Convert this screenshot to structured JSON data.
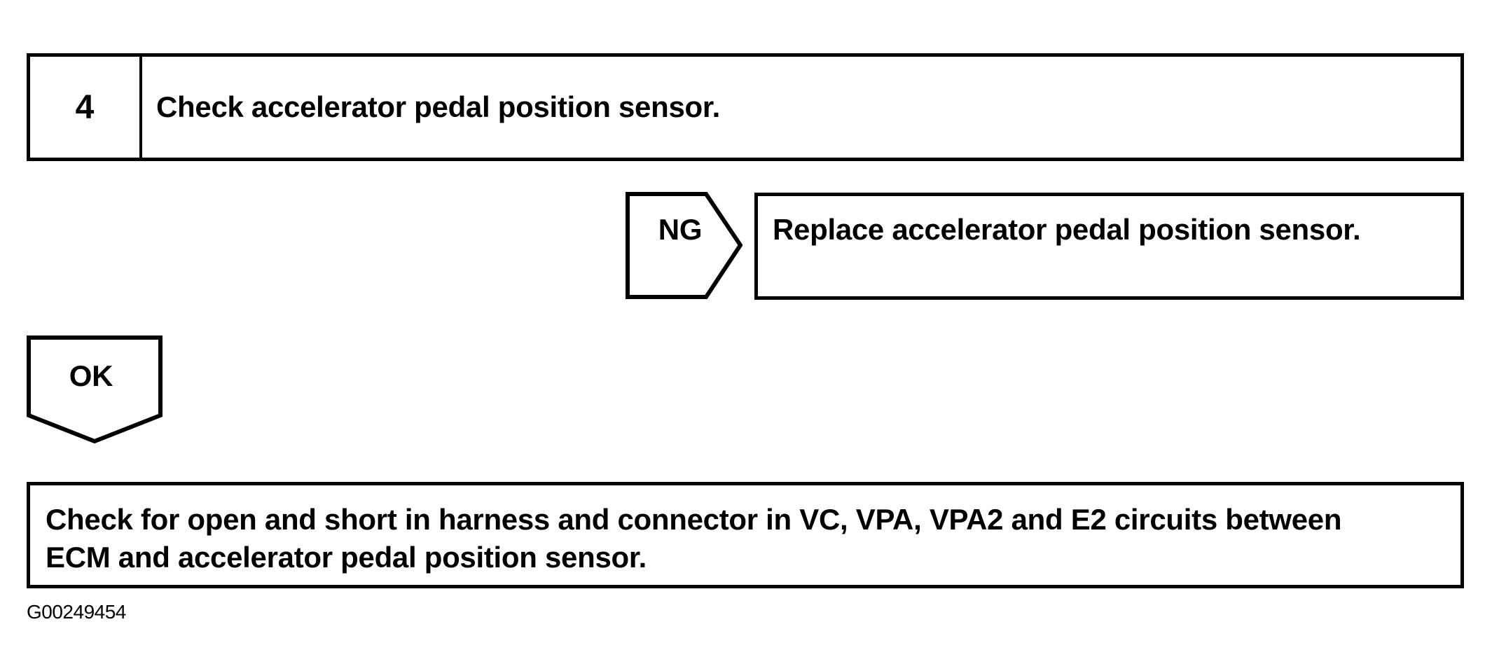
{
  "colors": {
    "ink": "#000000",
    "paper": "#ffffff"
  },
  "flowchart": {
    "step_box": {
      "number": "4",
      "instruction": "Check accelerator pedal position sensor."
    },
    "ng_branch": {
      "label": "NG",
      "action": "Replace accelerator pedal position sensor."
    },
    "ok_branch": {
      "label": "OK"
    },
    "result_box": {
      "lines": [
        "Check for open and short in harness and connector in VC, VPA, VPA2 and E2 circuits between",
        "ECM and accelerator pedal position sensor."
      ]
    },
    "figure_id": "G00249454"
  }
}
